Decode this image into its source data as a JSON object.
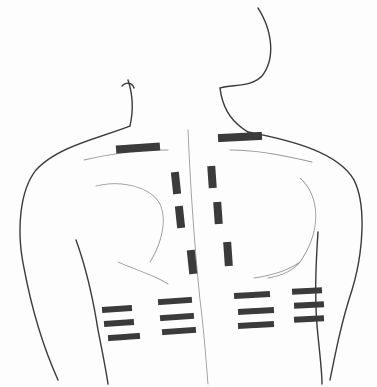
{
  "figure": {
    "colors": {
      "background": "#fdfdfd",
      "outline": "#3a3a3a",
      "faint_outline": "#9a9a9a",
      "tape": "#3b3b3b"
    },
    "tape_groups": [
      {
        "name": "left-shoulder",
        "count": 1
      },
      {
        "name": "right-shoulder",
        "count": 1
      },
      {
        "name": "left-spine-column",
        "count": 3
      },
      {
        "name": "right-spine-column",
        "count": 3
      },
      {
        "name": "lower-left-outer",
        "count": 3
      },
      {
        "name": "lower-left-inner",
        "count": 3
      },
      {
        "name": "lower-right-inner",
        "count": 3
      },
      {
        "name": "lower-right-outer",
        "count": 3
      }
    ]
  }
}
